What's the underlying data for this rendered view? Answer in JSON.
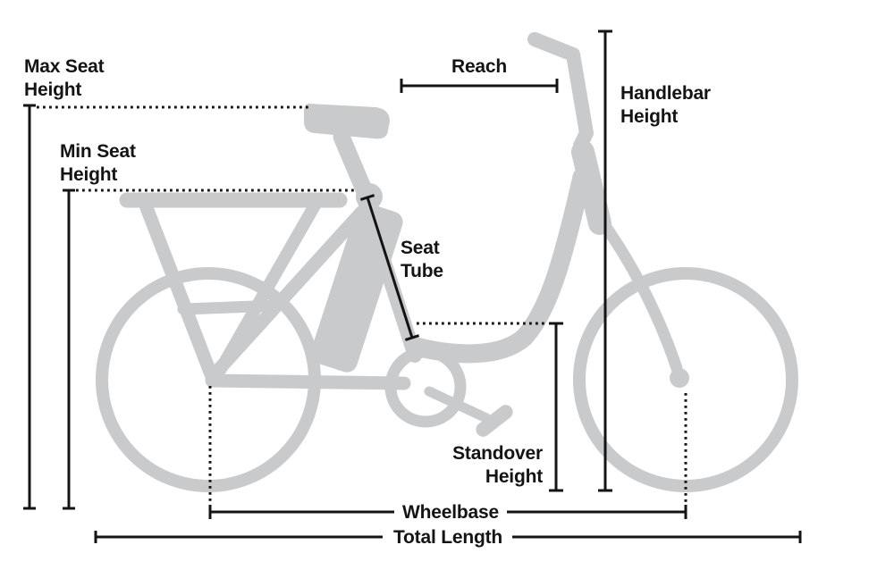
{
  "diagram": "bike-geometry",
  "colors": {
    "bike": "#c9cacb",
    "line": "#141414",
    "background": "#ffffff"
  },
  "labels": {
    "max_seat_height": {
      "line1": "Max Seat",
      "line2": "Height"
    },
    "min_seat_height": {
      "line1": "Min Seat",
      "line2": "Height"
    },
    "reach": {
      "text": "Reach"
    },
    "handlebar_height": {
      "line1": "Handlebar",
      "line2": "Height"
    },
    "seat_tube": {
      "line1": "Seat",
      "line2": "Tube"
    },
    "standover_height": {
      "line1": "Standover",
      "line2": "Height"
    },
    "wheelbase": {
      "text": "Wheelbase"
    },
    "total_length": {
      "text": "Total Length"
    }
  }
}
